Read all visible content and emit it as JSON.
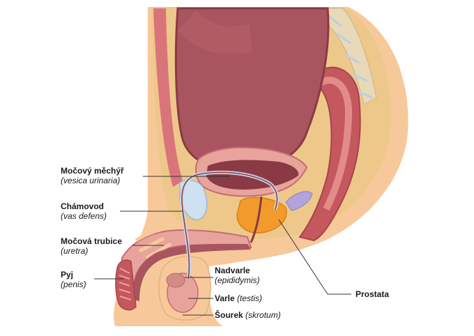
{
  "labels": {
    "bladder": {
      "name": "Močový měchýř",
      "latin": "(vesica urinaria)"
    },
    "vas_deferens": {
      "name": "Chámovod",
      "latin": "(vas defens)"
    },
    "urethra": {
      "name": "Močová trubice",
      "latin": "(uretra)"
    },
    "penis": {
      "name": "Pyj",
      "latin": "(penis)"
    },
    "epididymis": {
      "name": "Nadvarle",
      "latin": "(epididymis)"
    },
    "testis": {
      "name": "Varle",
      "latin": "(testis)"
    },
    "scrotum": {
      "name": "Šourek",
      "latin": "(skrotum)"
    },
    "prostate": {
      "name": "Prostata"
    }
  },
  "colors": {
    "skin": "#f7c99a",
    "fat": "#edc88a",
    "tissue": "#e9a39d",
    "organ": "#b9616a",
    "organ_dark": "#8a3a44",
    "bladder_inner": "#a9555f",
    "prostate": "#f39a2c",
    "seminal": "#b2a3dc",
    "vas": "#c7d8ea",
    "line": "#333333"
  }
}
